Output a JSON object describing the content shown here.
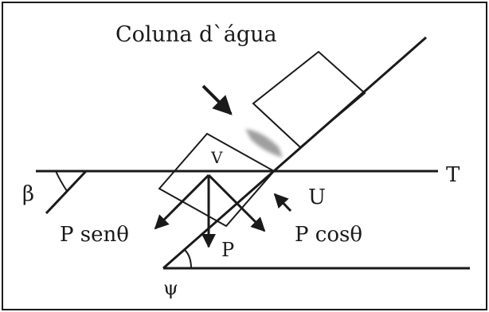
{
  "labels": {
    "title": "Coluna d`água",
    "beta": "β",
    "v": "V",
    "t": "T",
    "u": "U",
    "p_sen": "P senθ",
    "p_cos": "P cosθ",
    "p": "P",
    "psi": "ψ"
  },
  "colors": {
    "ink": "#1a1a1a",
    "smudge": "#9a9a9a",
    "background": "#ffffff"
  }
}
